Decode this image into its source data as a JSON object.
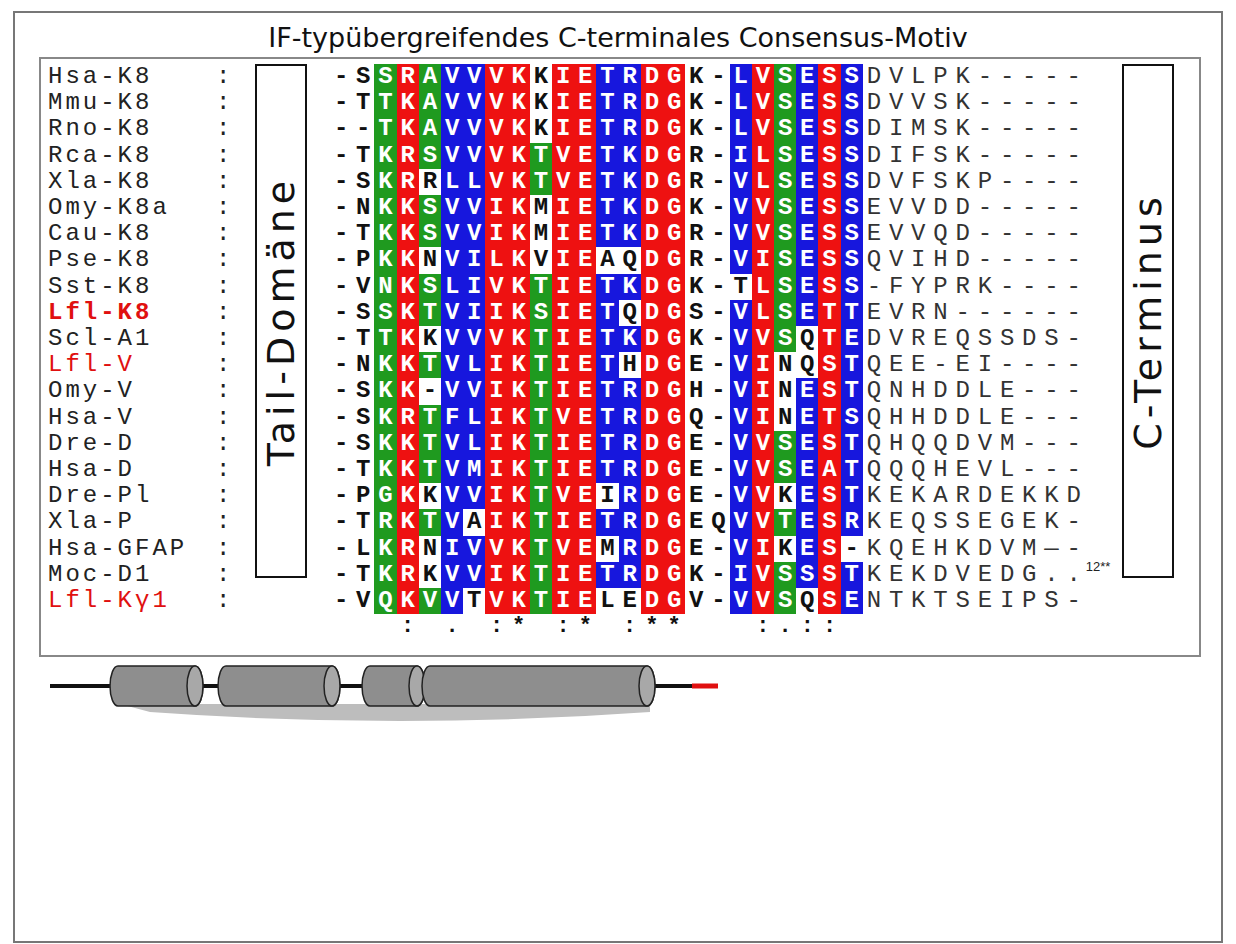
{
  "diagram": {
    "title": "IF-typübergreifendes C-terminales Consensus-Motiv",
    "nodes": [
      {
        "text": [
          "Tail-Domäne"
        ]
      },
      {
        "text": [
          "C-Terminus"
        ]
      }
    ],
    "labels": [
      "Hsa-K8",
      ":",
      "-SSRAVVVKKIETRDGK-LVSESSDVLPK-----",
      "Mmu-K8",
      ":",
      "-TTKAVVVKKIETRDGK-LVSESSDVVSK-----",
      "Rno-K8",
      ":",
      "--TKAVVVKKIETRDGK-LVSESSDIMSK-----",
      "Rca-K8",
      ":",
      "-TKRSVVVKTVETKDGR-ILSESSDIFSK-----",
      "Xla-K8",
      ":",
      "-SKRRLLVKTVETKDGR-VLSESSDVFSKP----",
      "Omy-K8a",
      ":",
      "-NKKSVVIKMIETKDGK-VVSESSEVVDD-----",
      "Cau-K8",
      ":",
      "-TKKSVVIKMIETKDGR-VVSESSEVVQD-----",
      "Pse-K8",
      ":",
      "-PKKNVILKVIEAQDGR-VISESSQVIHD-----",
      "Sst-K8",
      ":",
      "-VNKSLIVKTIETKDGK-TLSESS-FYPRK----",
      "Lfl-K8",
      ":",
      "-SSKTVIIKSIETQDGS-VLSETTEVRN------",
      "Scl-A1",
      ":",
      "-TTKKVVVKTIETKDGK-VVSQTEDVREQSSDS-",
      "Lfl-V",
      ":",
      "-NKKTVLIKTIETHDGE-VINQSTQEE-EI----",
      "Omy-V",
      ":",
      "-SKK-VVIKTIETRDGH-VINESTQNHDDLE---",
      "Hsa-V",
      ":",
      "-SKRTFLIKTVETRDGQ-VINETSQHHDDLE---",
      "Dre-D",
      ":",
      "-SKKTVLIKTIETRDGE-VVSESTQHQQDVM---",
      "Hsa-D",
      ":",
      "-TKKTVMIKTIETRDGE-VVSEATQQQHEVL---",
      "Dre-Pl",
      ":",
      "-PGKKVVIKTVEIRDGE-VVKESTKEKARDEKKD",
      "Xla-P",
      ":",
      "-TRKTVAIKTIETRDGEQVVTESRKEQSSEGEK-",
      "Hsa-GFAP",
      ":",
      "-LKRNIVVKTVEMRDGE-VIKES-KQEHKDVM—-",
      "Moc-D1",
      ":",
      "-TKRKVVIKTIETRDGK-IVSSSTKEKDVEDG..",
      "12**",
      "Lfl-Kγ1",
      ":",
      "-VQKVVTVKTIELEDGV-VVSQSENTKTSEIPS-",
      ": . :* :* :**   :.::"
    ]
  }
}
